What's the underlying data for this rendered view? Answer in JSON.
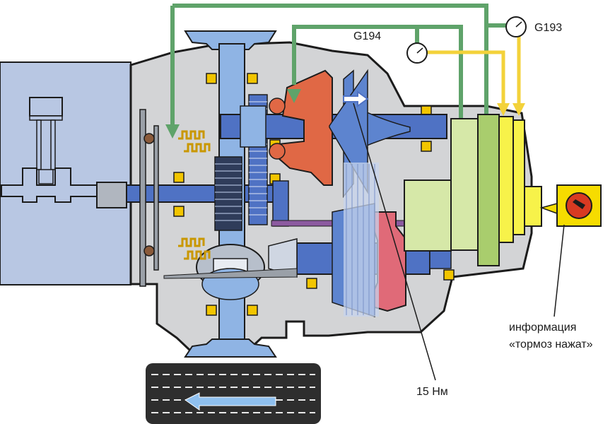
{
  "labels": {
    "sensor_g194": "G194",
    "sensor_g193": "G193",
    "torque": "15 Нм",
    "info_line1": "информация",
    "info_line2": "«тормоз нажат»"
  },
  "colors": {
    "housing": "#d3d4d6",
    "outline": "#1c1c1c",
    "engine": "#b8c7e3",
    "shaft": "#4f72c4",
    "shaft_light": "#8fb4e4",
    "orange": "#e06845",
    "red_piston": "#e06a78",
    "pulley": "#5d84cf",
    "belt": "#c7d4ec",
    "gold": "#f2c500",
    "green_pipe": "#5fa36a",
    "yellow_pipe": "#f3d23a",
    "valve_light": "#d6e8a8",
    "valve_mid": "#a9cd6d",
    "valve_yellow": "#f7f24a",
    "brake_box": "#f6dc00",
    "brake_knob": "#d83a22",
    "tire": "#2e2e2e",
    "arrow": "#8fc0ef",
    "purple": "#8c5aa0"
  },
  "icons": {
    "gauge_g194": "pressure-gauge-icon",
    "gauge_g193": "pressure-gauge-icon",
    "brake_switch": "brake-switch-icon",
    "direction_arrow": "direction-arrow-icon"
  }
}
